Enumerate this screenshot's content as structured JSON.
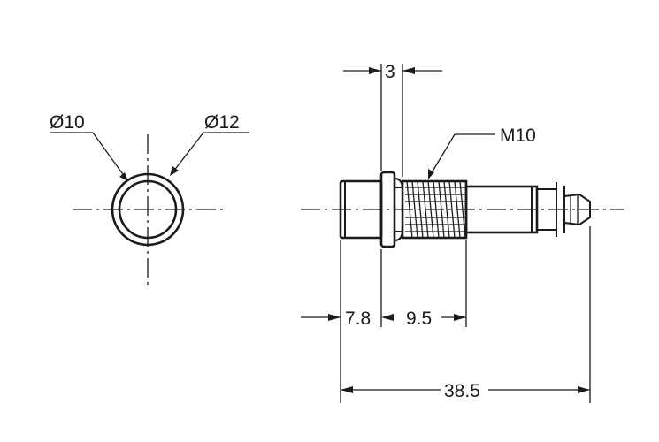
{
  "front_view": {
    "inner_diameter_label": "Ø10",
    "outer_diameter_label": "Ø12"
  },
  "side_view": {
    "thread_label": "M10",
    "nut_thickness_label": "3",
    "head_length_label": "7.8",
    "thread_length_label": "9.5",
    "overall_length_label": "38.5"
  }
}
